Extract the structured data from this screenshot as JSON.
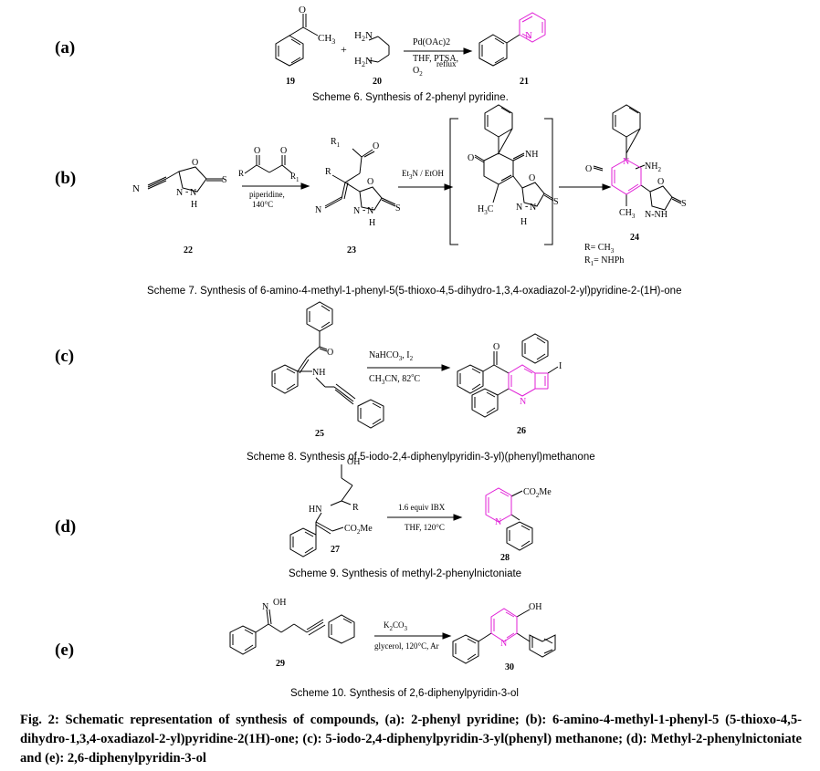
{
  "rows": {
    "a": {
      "label": "(a)",
      "caption": "Scheme 6. Synthesis of 2-phenyl pyridine.",
      "ch3": "CH",
      "ch3_sub": "3",
      "o": "O",
      "plus": "+",
      "h2n_1": "H",
      "h2n_1b": "N",
      "h2n_2": "H",
      "h2n_2b": "N",
      "num1": "19",
      "num2": "20",
      "num3": "21",
      "cond_top": "Pd(OAc)2",
      "cond_mid": "THF, PTSA,",
      "cond_reflux": "reflux",
      "cond_o2": "O",
      "n_ring": "N"
    },
    "b": {
      "label": "(b)",
      "caption": "Scheme 7. Synthesis of 6-amino-4-methyl-1-phenyl-5(5-thioxo-4,5-dihydro-1,3,4-oxadiazol-2-yl)pyridine-2-(1H)-one",
      "num22": "22",
      "num23": "23",
      "num24": "24",
      "cond1_below": "piperidine,",
      "cond1_temp": "140°C",
      "cond2": "Et",
      "cond2b": "N / EtOH",
      "r_label": "R",
      "r1_label": "R",
      "r_def": "R= CH",
      "r1_def": "R",
      "r1_def2": "= NHPh",
      "nh2": "NH",
      "h3c": "H",
      "h3c_b": "C",
      "ch3": "CH",
      "atom_n": "N",
      "atom_o": "O",
      "atom_s": "S",
      "atom_h": "H",
      "atom_nh": "NH",
      "atom_nnh": "N-NH"
    },
    "c": {
      "label": "(c)",
      "caption": "Scheme 8. Synthesis of 5-iodo-2,4-diphenylpyridin-3-yl)(phenyl)methanone",
      "num25": "25",
      "num26": "26",
      "cond_top": "NaHCO",
      "cond_top_i": ", I",
      "cond_bottom": "CH",
      "cond_bottom2": "CN, 82",
      "cond_c": "C",
      "nh": "NH",
      "o": "O",
      "i": "I",
      "n": "N"
    },
    "d": {
      "label": "(d)",
      "caption": "Scheme 9. Synthesis of methyl-2-phenylnictoniate",
      "num27": "27",
      "num28": "28",
      "cond_top": "1.6 equiv IBX",
      "cond_bottom": "THF, 120°C",
      "oh": "OH",
      "hn": "HN",
      "r": "R",
      "co2me": "CO",
      "co2me_b": "Me",
      "n": "N"
    },
    "e": {
      "label": "(e)",
      "caption": "Scheme 10. Synthesis of 2,6-diphenylpyridin-3-ol",
      "num29": "29",
      "num30": "30",
      "cond_top": "K",
      "cond_top_b": "CO",
      "cond_bottom": "glycerol, 120°C, Ar",
      "oh_oxime": "OH",
      "n_oxime": "N",
      "oh": "OH",
      "n": "N"
    }
  },
  "figure_caption": "Fig. 2: Schematic representation of synthesis of compounds, (a): 2-phenyl pyridine; (b): 6-amino-4-methyl-1-phenyl-5 (5-thioxo-4,5-dihydro-1,3,4-oxadiazol-2-yl)pyridine-2(1H)-one; (c): 5-iodo-2,4-diphenylpyridin-3-yl(phenyl) methanone; (d): Methyl-2-phenylnictoniate and (e): 2,6-diphenylpyridin-3-ol",
  "colors": {
    "pyridine": "#e01fd6",
    "ink": "#000000"
  }
}
